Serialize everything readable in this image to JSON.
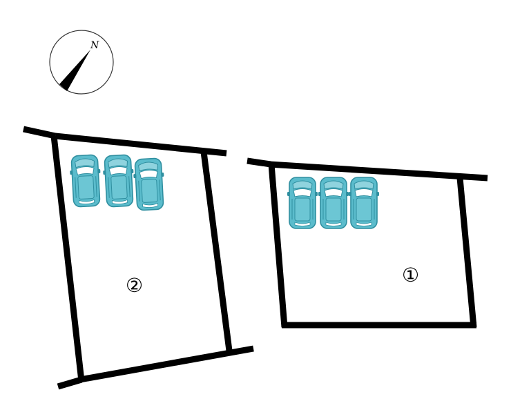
{
  "compass": {
    "north_label": "N",
    "icon": "north-arrow-icon"
  },
  "lots": [
    {
      "id": "lot-2",
      "label": "②",
      "parking_spaces": 3
    },
    {
      "id": "lot-1",
      "label": "①",
      "parking_spaces": 3
    }
  ],
  "colors": {
    "outline": "#000000",
    "car_body": "#5bbccc",
    "car_dark": "#2f8fa0",
    "car_window": "#ffffff"
  }
}
